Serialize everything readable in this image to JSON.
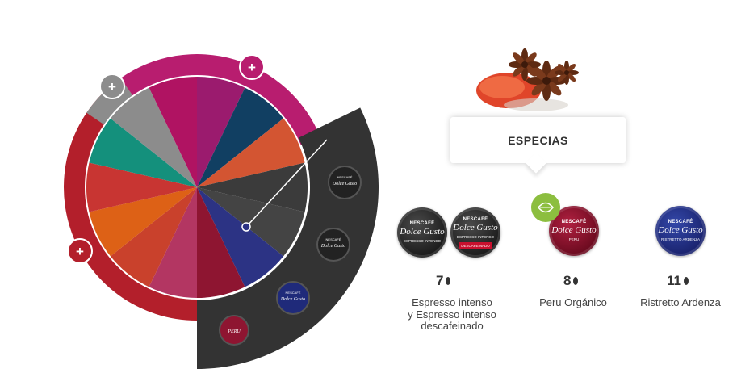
{
  "wheel": {
    "segment_colors": [
      "#9b1b6e",
      "#113f62",
      "#d35532",
      "#3b3b3b",
      "#444444",
      "#2c3384",
      "#8e1531",
      "#b33662",
      "#c9412c",
      "#dd6116",
      "#c83532",
      "#14907c",
      "#8c8c8c",
      "#b01362"
    ],
    "ring_colors": {
      "magenta": "#b81d6f",
      "red": "#b31f2b",
      "gray": "#8c8c8c",
      "dark_panel": "#333333"
    },
    "plus_labels": [
      "+",
      "+",
      "+"
    ],
    "panel_capsules": [
      {
        "brand": "NESCAFÉ",
        "logo": "Dolce Gusto",
        "style": "dark"
      },
      {
        "brand": "NESCAFÉ",
        "logo": "Dolce Gusto",
        "style": "dark"
      },
      {
        "brand": "NESCAFÉ",
        "logo": "Dolce Gusto",
        "style": "blue"
      },
      {
        "brand": "",
        "logo": "PERU",
        "style": "red"
      }
    ]
  },
  "callout": {
    "title": "ESPECIAS"
  },
  "spice_icon": "star-anise-paprika",
  "products": [
    {
      "capsules": [
        {
          "brand": "NESCAFÉ",
          "logo": "Dolce Gusto",
          "sub": "ESPRESSO INTENSO",
          "style": "dark"
        },
        {
          "brand": "NESCAFÉ",
          "logo": "Dolce Gusto",
          "sub": "ESPRESSO INTENSO",
          "band": "DESCAFEINADO",
          "style": "dark"
        }
      ],
      "intensity": "7",
      "name_lines": [
        "Espresso intenso",
        "y Espresso intenso",
        "descafeinado"
      ]
    },
    {
      "capsules": [
        {
          "brand": "NESCAFÉ",
          "logo": "Dolce Gusto",
          "sub": "PERU",
          "style": "red"
        }
      ],
      "organic": true,
      "intensity": "8",
      "name_lines": [
        "Peru Orgánico"
      ]
    },
    {
      "capsules": [
        {
          "brand": "NESCAFÉ",
          "logo": "Dolce Gusto",
          "sub": "RISTRETTO ARDENZA",
          "style": "blue"
        }
      ],
      "intensity": "11",
      "name_lines": [
        "Ristretto Ardenza"
      ]
    }
  ]
}
